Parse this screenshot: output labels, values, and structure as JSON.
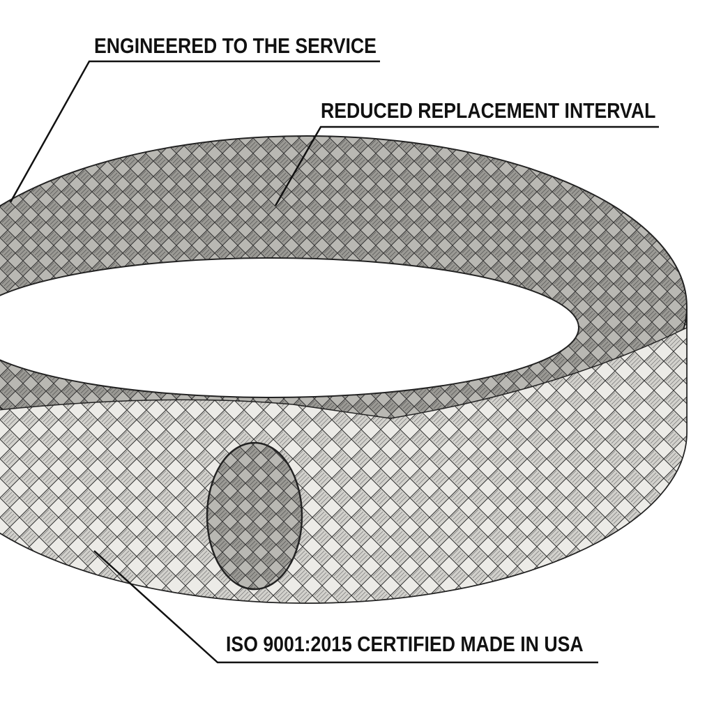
{
  "callouts": [
    {
      "text": "ENGINEERED TO THE SERVICE"
    },
    {
      "text": "REDUCED REPLACEMENT INTERVAL"
    },
    {
      "text": "ISO 9001:2015 CERTIFIED MADE IN USA"
    }
  ],
  "colors": {
    "ink": "#111111",
    "braid_light": "#efefec",
    "braid_dark": "#8a8a86"
  }
}
